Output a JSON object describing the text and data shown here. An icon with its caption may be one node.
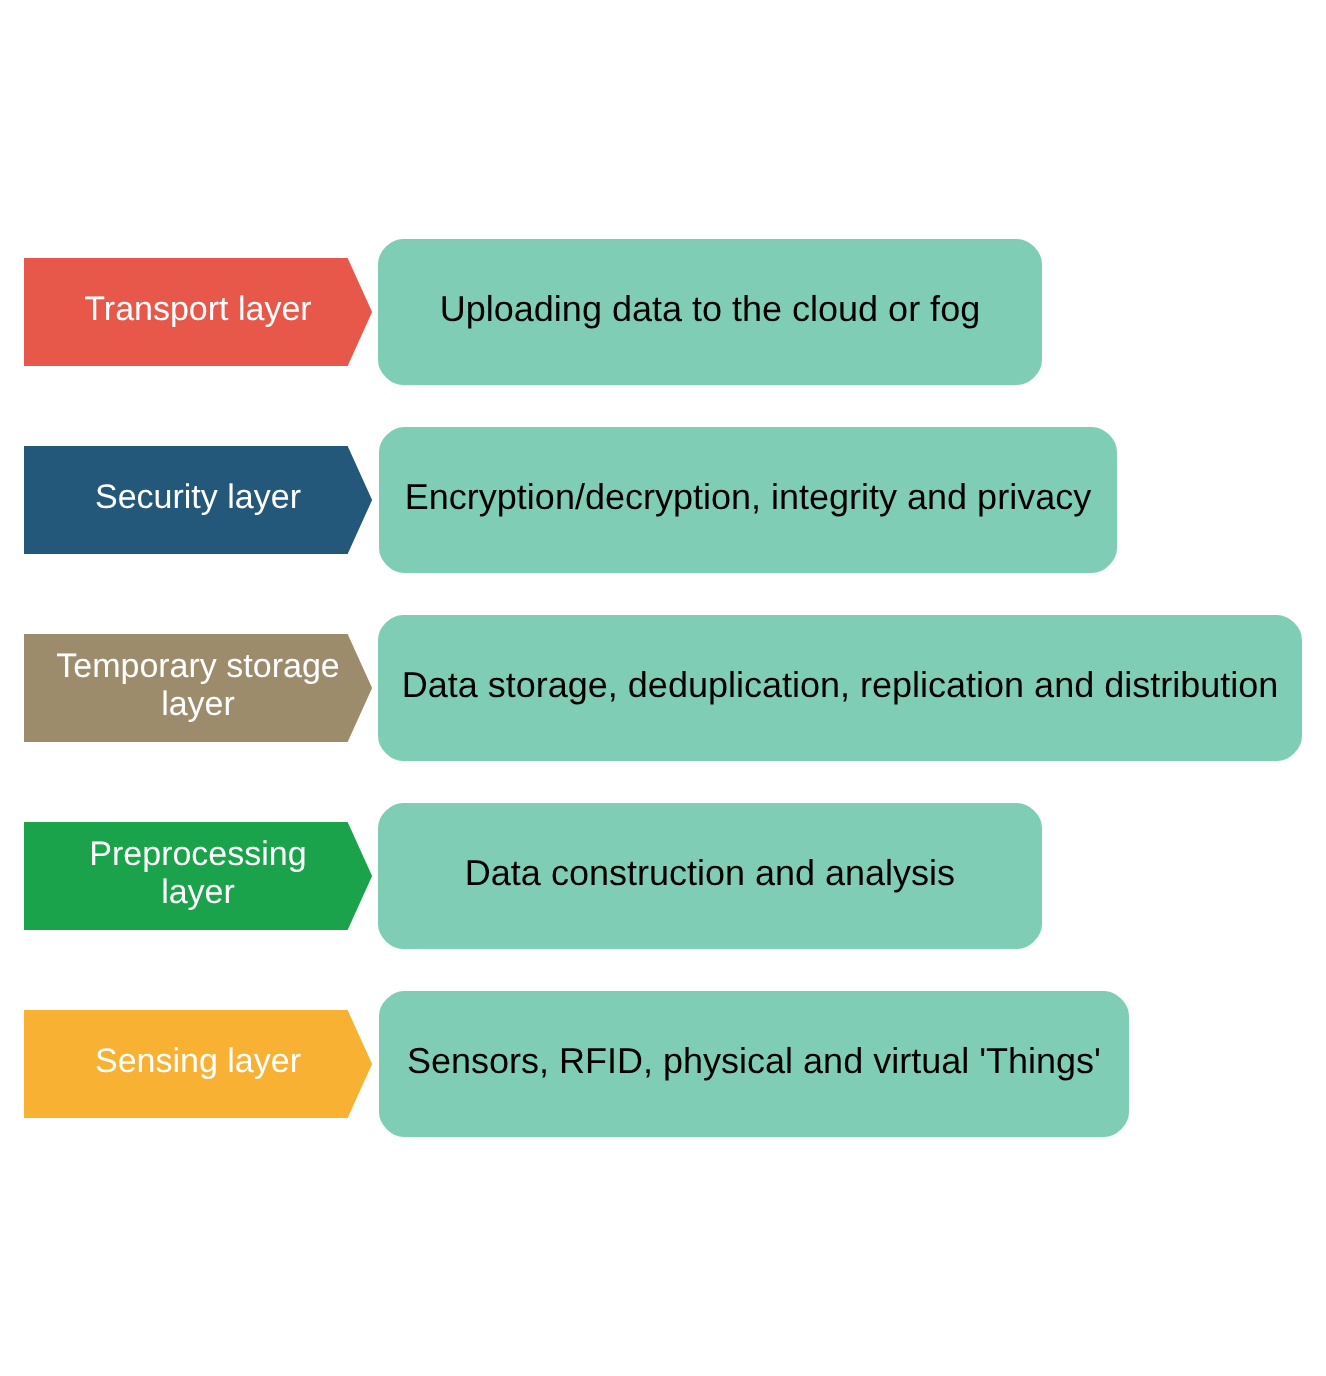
{
  "diagram": {
    "nodes": [
      {
        "text": [
          "Transport layer"
        ]
      },
      {
        "text": [
          "Uploading data to the cloud or fog"
        ]
      },
      {
        "text": [
          "Security layer"
        ]
      },
      {
        "text": [
          "Encryption/decryption, integrity and privacy"
        ]
      },
      {
        "text": [
          "Temporary storage layer"
        ]
      },
      {
        "text": [
          "Data storage, deduplication, replication and distribution"
        ]
      },
      {
        "text": [
          "Preprocessing layer"
        ]
      },
      {
        "text": [
          "Data construction and analysis"
        ]
      },
      {
        "text": [
          "Sensing layer"
        ]
      },
      {
        "text": [
          "Sensors, RFID, physical and virtual 'Things'"
        ]
      }
    ]
  }
}
